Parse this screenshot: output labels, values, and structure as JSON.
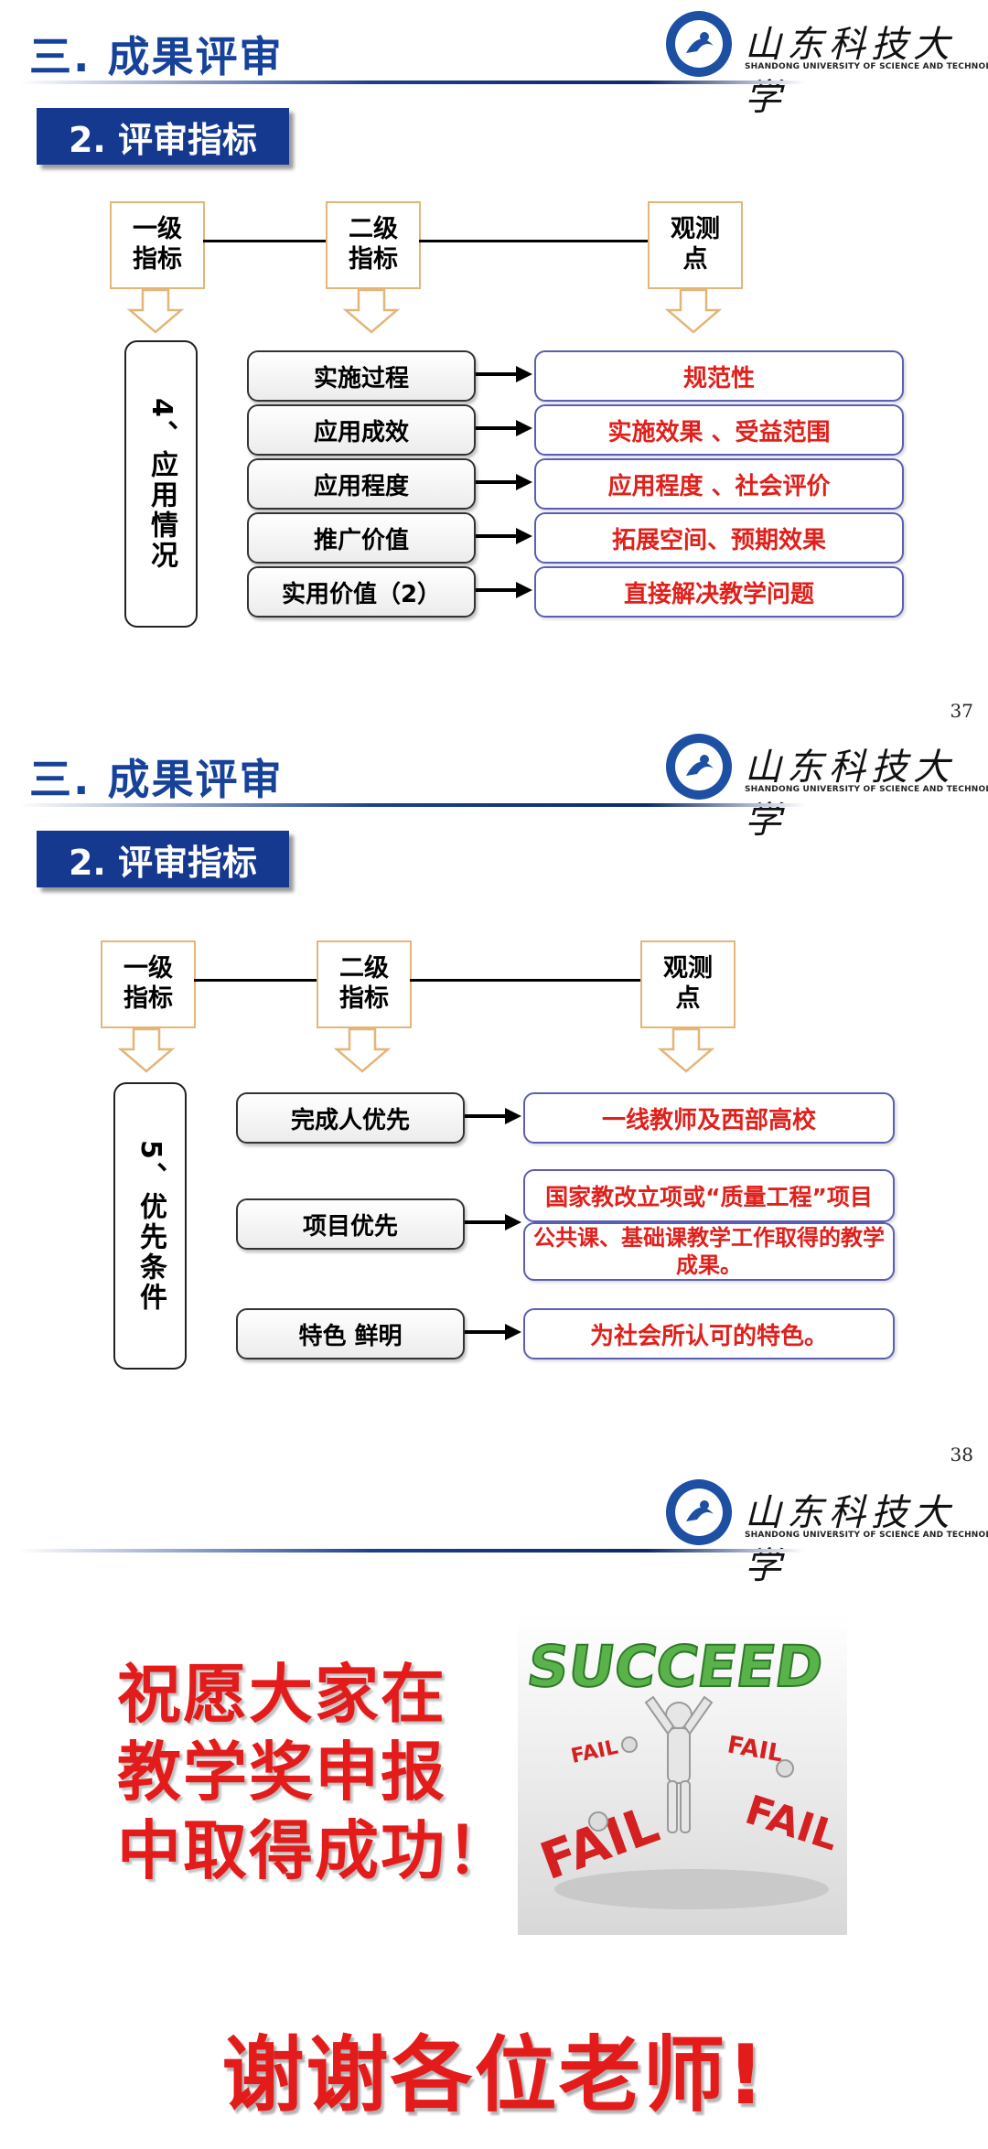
{
  "logo": {
    "cn": "山东科技大学",
    "en": "SHANDONG UNIVERSITY OF SCIENCE AND TECHNOLOGY"
  },
  "colors": {
    "title_blue": "#17429a",
    "subtitle_bg": "#15398f",
    "accent_red": "#e0201b",
    "level_border": "#e3b678",
    "point_border": "#5b5fb3"
  },
  "slides": [
    {
      "section_title": "三. 成果评审",
      "subtitle": "2. 评审指标",
      "levels": [
        "一级\n指标",
        "二级\n指标",
        "观测\n点"
      ],
      "category": "4、应用情况",
      "items": [
        "实施过程",
        "应用成效",
        "应用程度",
        "推广价值",
        "实用价值（2）"
      ],
      "points": [
        "规范性",
        "实施效果 、受益范围",
        "应用程度 、社会评价",
        "拓展空间、预期效果",
        "直接解决教学问题"
      ],
      "page": "37"
    },
    {
      "section_title": "三. 成果评审",
      "subtitle": "2. 评审指标",
      "levels": [
        "一级\n指标",
        "二级\n指标",
        "观测\n点"
      ],
      "category": "5、优先条件",
      "items": [
        "完成人优先",
        "项目优先",
        "特色 鲜明"
      ],
      "points": [
        "一线教师及西部高校",
        "国家教改立项或“质量工程”项目",
        "公共课、基础课教学工作取得的教学成果。",
        "为社会所认可的特色。"
      ],
      "page": "38"
    },
    {
      "wish_lines": [
        "祝愿大家在",
        "教学奖申报",
        "中取得成功！"
      ],
      "image_words": {
        "succeed": "SUCCEED",
        "fail": "FAIL"
      },
      "thanks": "谢谢各位老师!"
    }
  ]
}
